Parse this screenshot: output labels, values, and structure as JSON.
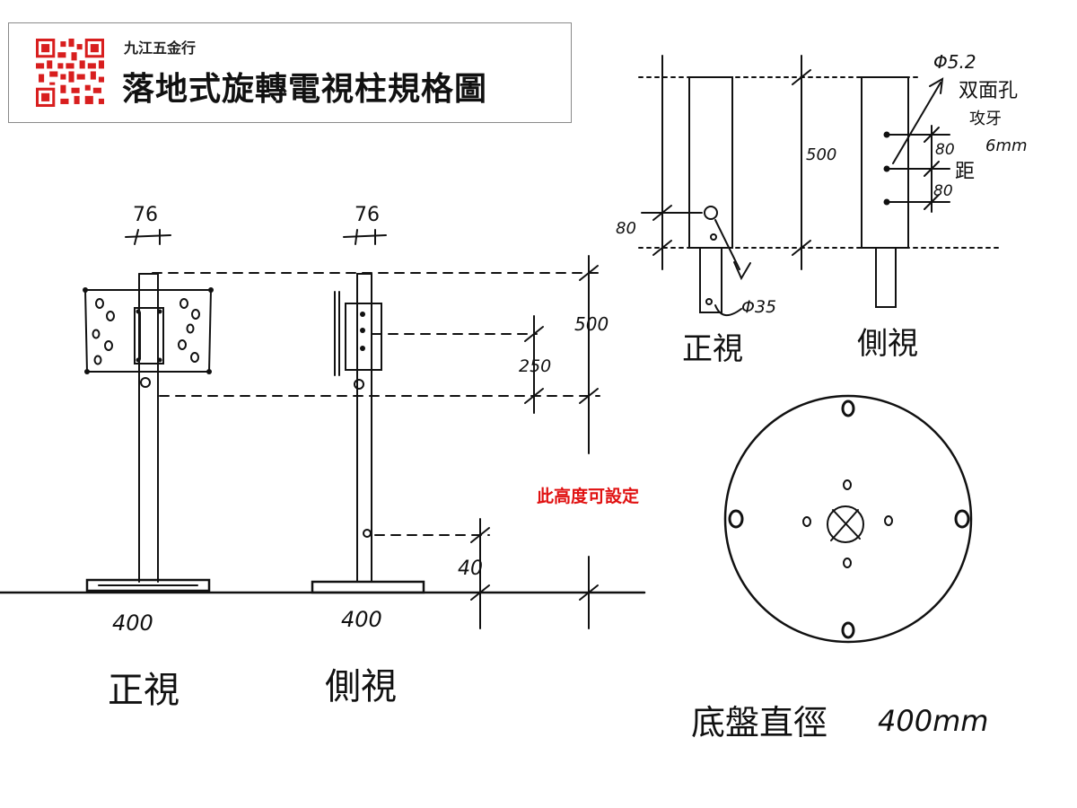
{
  "header": {
    "company": "九江五金行",
    "title": "落地式旋轉電視柱規格圖",
    "qr_icon": "qr-code-icon"
  },
  "front_view": {
    "top_dim": "76",
    "base_dim": "400",
    "label": "正視"
  },
  "side_view": {
    "top_dim": "76",
    "base_dim": "400",
    "label": "側視"
  },
  "dimensions": {
    "bracket_spacing": "250",
    "bracket_height": "500",
    "base_offset": "40"
  },
  "note": {
    "text": "此高度可設定",
    "color": "#e01010"
  },
  "detail": {
    "front_height": "500",
    "pin_offset": "80",
    "pin_hole": "Φ35",
    "side_hole": "Φ5.2",
    "side_hole_note": "双面孔",
    "thread_note": "攻牙",
    "thread_size": "6mm",
    "hole_spacing_1": "80",
    "hole_spacing_2": "80",
    "pitch_label": "距",
    "front_label": "正視",
    "side_label": "側視"
  },
  "base_plate": {
    "label": "底盤直徑",
    "diameter": "400mm"
  }
}
